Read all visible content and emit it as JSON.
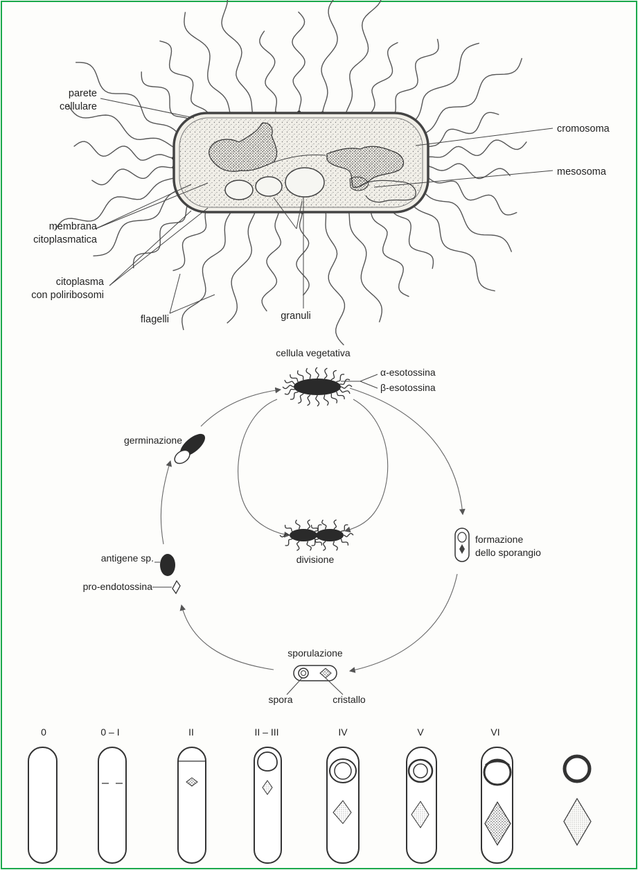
{
  "cell_labels": {
    "parete_1": "parete",
    "parete_2": "cellulare",
    "cromosoma": "cromosoma",
    "mesosoma": "mesosoma",
    "membrana_1": "membrana",
    "membrana_2": "citoplasmatica",
    "citoplasma_1": "citoplasma",
    "citoplasma_2": "con poliribosomi",
    "flagelli": "flagelli",
    "granuli": "granuli"
  },
  "cycle_labels": {
    "cellula": "cellula vegetativa",
    "alfa": "α-esotossina",
    "beta": "β-esotossina",
    "germinazione": "germinazione",
    "divisione": "divisione",
    "formazione_1": "formazione",
    "formazione_2": "dello sporangio",
    "antigene": "antigene sp.",
    "pro_endo": "pro-endotossina",
    "sporulazione": "sporulazione",
    "spora": "spora",
    "cristallo": "cristallo"
  },
  "stages": [
    "0",
    "0 – I",
    "II",
    "II – III",
    "IV",
    "V",
    "VI"
  ],
  "colors": {
    "frame": "#1aa84a",
    "ink": "#333333",
    "cell_fill": "#f1efe8"
  }
}
